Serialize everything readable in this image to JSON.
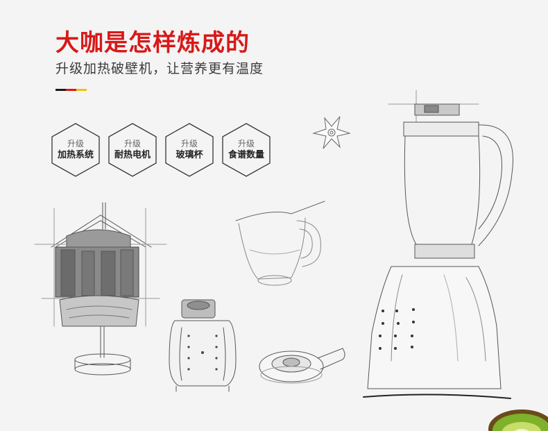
{
  "header": {
    "title": "大咖是怎样炼成的",
    "subtitle": "升级加热破壁机，让营养更有温度"
  },
  "accent_colors": [
    "#1a1a1a",
    "#d71918",
    "#f2c100"
  ],
  "features": [
    {
      "top": "升级",
      "bottom": "加热系统"
    },
    {
      "top": "升级",
      "bottom": "耐热电机"
    },
    {
      "top": "升级",
      "bottom": "玻璃杯"
    },
    {
      "top": "升级",
      "bottom": "食谱数量"
    }
  ],
  "illustrations": {
    "blade_icon": "blade-assembly-icon",
    "motor_icon": "heating-motor-icon",
    "base_icon": "blender-base-icon",
    "jug_icon": "glass-jug-icon",
    "lid_icon": "lid-ring-icon",
    "blender_icon": "blender-machine-icon",
    "kiwi_icon": "kiwi-fruit-icon"
  }
}
